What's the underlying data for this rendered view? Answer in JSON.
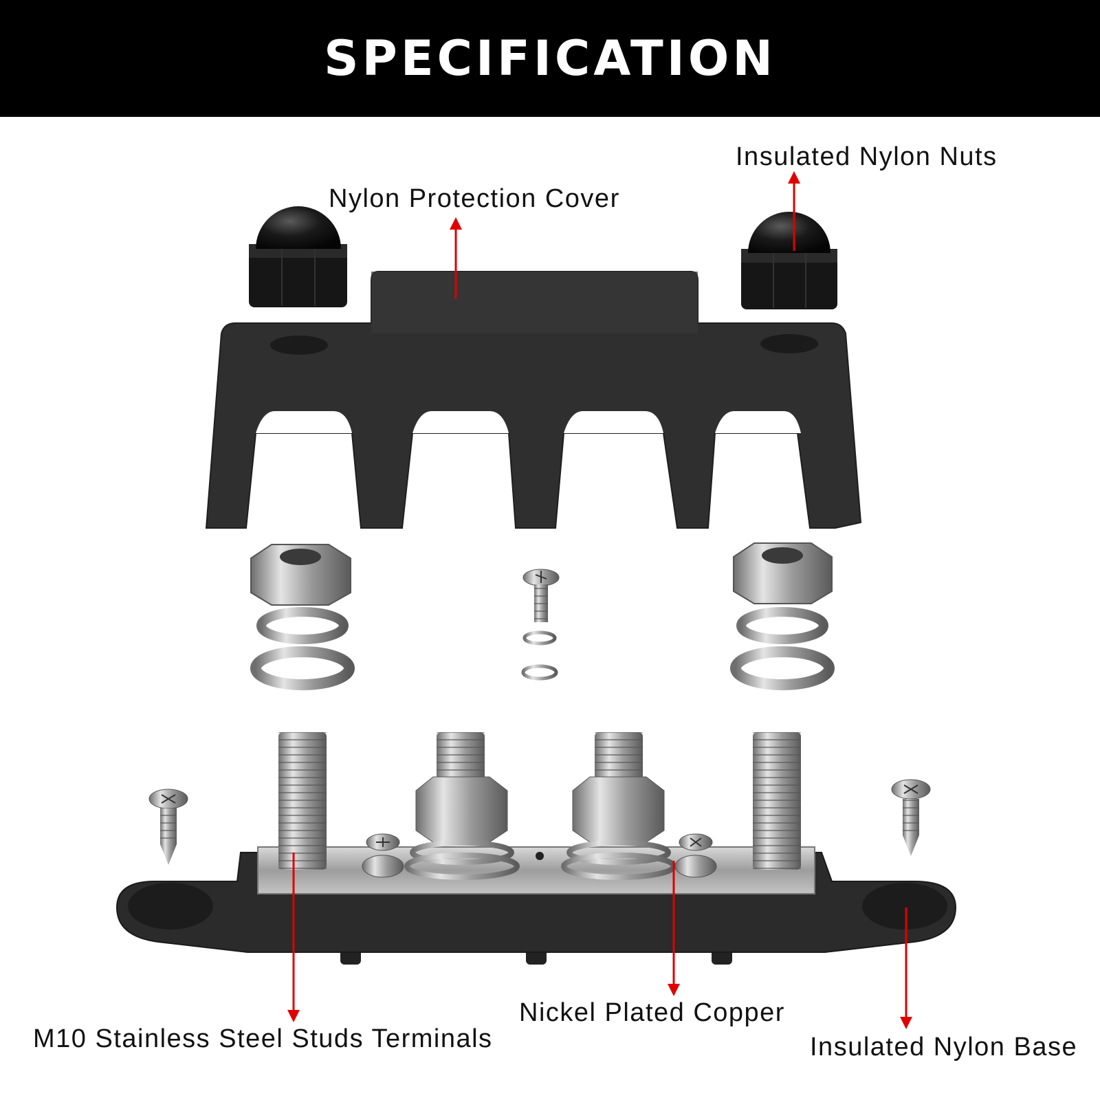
{
  "header": {
    "title": "SPECIFICATION"
  },
  "labels": {
    "nuts": "Insulated Nylon Nuts",
    "cover": "Nylon Protection Cover",
    "studs": "M10 Stainless Steel Studs Terminals",
    "copper": "Nickel Plated Copper",
    "base": "Insulated Nylon Base"
  },
  "colors": {
    "header_bg": "#000000",
    "arrow": "#e00000",
    "nylon": "#2f2f2f",
    "steel": "#a9a9a9"
  }
}
